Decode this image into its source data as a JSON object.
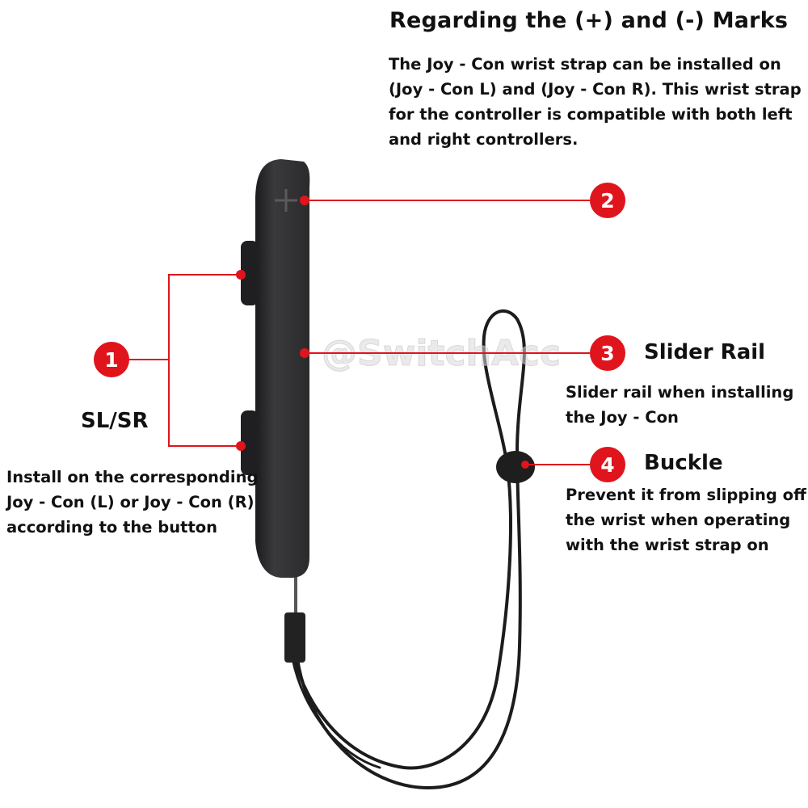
{
  "header": {
    "title": "Regarding the (+) and (-) Marks",
    "description": "The Joy - Con wrist strap can be installed on (Joy - Con L) and (Joy - Con R). This wrist strap for the controller is compatible with both left and right controllers."
  },
  "callouts": [
    {
      "number": "1",
      "label": "SL/SR",
      "description": "Install on the corresponding Joy - Con (L) or Joy - Con (R) according to the button"
    },
    {
      "number": "2"
    },
    {
      "number": "3",
      "label": "Slider Rail",
      "description": "Slider rail when installing the Joy - Con"
    },
    {
      "number": "4",
      "label": "Buckle",
      "description": "Prevent it from slipping off the wrist when operating with the wrist strap on"
    }
  ],
  "watermark": "@SwitchAcc",
  "colors": {
    "accent": "#e0141c",
    "device": "#2d2d2f",
    "text": "#111111"
  }
}
